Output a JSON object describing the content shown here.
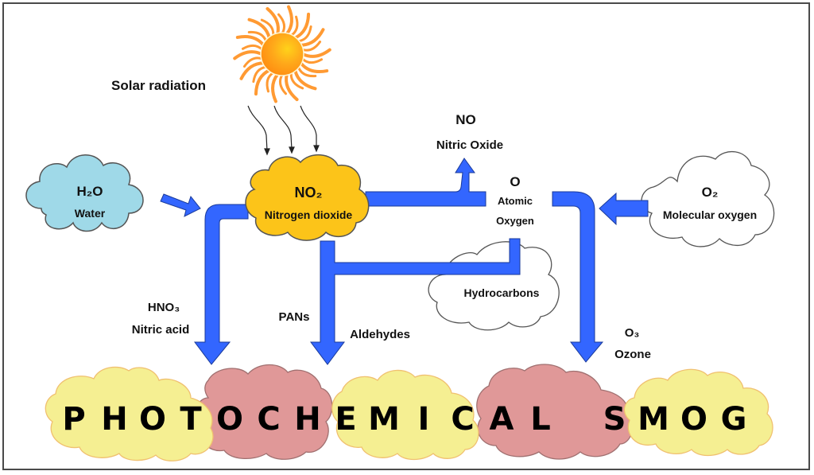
{
  "title": "Photochemical Smog Formation",
  "colors": {
    "arrow": "#3366ff",
    "arrow_outline": "#1a3a99",
    "water_cloud": "#9fd9e8",
    "no2_cloud": "#fcc419",
    "plain_cloud": "#ffffff",
    "smog_yellow": "#f5ef92",
    "smog_yellow_edge": "#f0c070",
    "smog_pink": "#e09898",
    "smog_pink_edge": "#a07070",
    "sun_core": "#ff9a1a",
    "sun_rays": "#ff9a33"
  },
  "sun": {
    "label": "Solar radiation",
    "icon": "sun-icon"
  },
  "nodes": {
    "water": {
      "formula": "H₂O",
      "name": "Water"
    },
    "no2": {
      "formula": "NO₂",
      "name": "Nitrogen dioxide"
    },
    "no": {
      "formula": "NO",
      "name": "Nitric Oxide"
    },
    "atomic_oxygen": {
      "formula": "O",
      "name_line1": "Atomic",
      "name_line2": "Oxygen"
    },
    "o2": {
      "formula": "O₂",
      "name": "Molecular oxygen"
    },
    "hydrocarbons": {
      "name": "Hydrocarbons"
    }
  },
  "products": {
    "hno3": {
      "formula": "HNO₃",
      "name": "Nitric acid"
    },
    "pans": {
      "name": "PANs"
    },
    "aldehydes": {
      "name": "Aldehydes"
    },
    "o3": {
      "formula": "O₃",
      "name": "Ozone"
    }
  },
  "banner": {
    "letters": [
      "P",
      "H",
      "O",
      "T",
      "O",
      "C",
      "H",
      "E",
      "M",
      "I",
      "C",
      "A",
      "L",
      "S",
      "M",
      "O",
      "G"
    ],
    "text": "PHOTOCHEMICAL SMOG"
  }
}
